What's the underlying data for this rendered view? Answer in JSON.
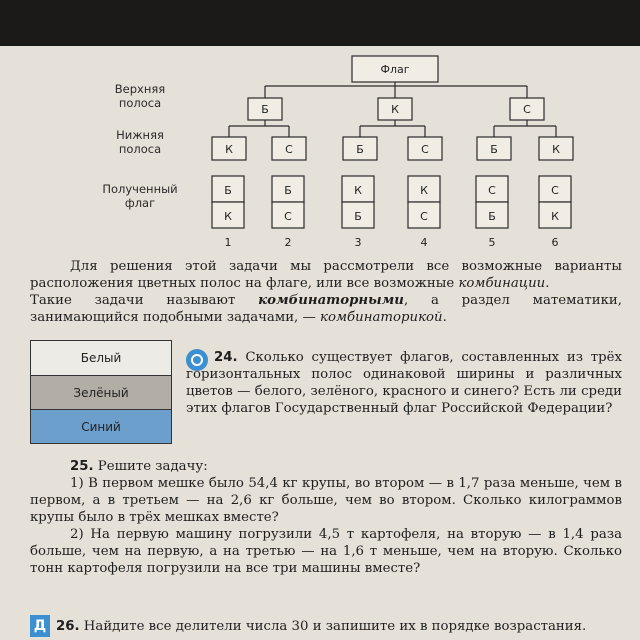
{
  "diagram": {
    "root": "Флаг",
    "row_labels": {
      "top": "Верхняя полоса",
      "bottom": "Нижняя полоса",
      "result": "Полученный флаг"
    },
    "top_nodes": [
      "Б",
      "К",
      "С"
    ],
    "bottom_nodes": [
      "К",
      "С",
      "Б",
      "С",
      "Б",
      "К"
    ],
    "flags": [
      {
        "top": "Б",
        "bottom": "К",
        "n": "1"
      },
      {
        "top": "Б",
        "bottom": "С",
        "n": "2"
      },
      {
        "top": "К",
        "bottom": "Б",
        "n": "3"
      },
      {
        "top": "К",
        "bottom": "С",
        "n": "4"
      },
      {
        "top": "С",
        "bottom": "Б",
        "n": "5"
      },
      {
        "top": "С",
        "bottom": "К",
        "n": "6"
      }
    ]
  },
  "text": {
    "p1": "Для решения этой задачи мы рассмотрели все возможные варианты расположения цветных полос на флаге, или все возможные",
    "p1_italic": "комбинации.",
    "p2_a": "Такие задачи называют",
    "p2_bold": "комбинаторными",
    "p2_b": ", а раздел математики, занимающийся подобными задачами, —",
    "p2_italic": "комбинаторикой",
    "p2_c": "."
  },
  "swatch": {
    "stripes": [
      {
        "label": "Белый",
        "color": "#ecebe6"
      },
      {
        "label": "Зелёный",
        "color": "#b2aea5"
      },
      {
        "label": "Синий",
        "color": "#6d9fcc"
      }
    ]
  },
  "task24": {
    "num": "24.",
    "text": "Сколько существует флагов, составленных из трёх горизонтальных полос одинаковой ширины и различных цветов — белого, зелёного, красного и синего? Есть ли среди этих флагов Государственный флаг Российской Федерации?"
  },
  "task25": {
    "num": "25.",
    "title": "Решите задачу:",
    "item1_num": "1)",
    "item1": "В первом мешке было 54,4 кг крупы, во втором — в 1,7 раза меньше, чем в первом, а в третьем — на 2,6 кг больше, чем во втором. Сколько килограммов крупы было в трёх мешках вместе?",
    "item2_num": "2)",
    "item2": "На первую машину погрузили 4,5 т картофеля, на вторую — в 1,4 раза больше, чем на первую, а на третью — на 1,6 т меньше, чем на вторую. Сколько тонн картофеля погрузили на все три машины вместе?"
  },
  "task26": {
    "icon": "Д",
    "num": "26.",
    "text": "Найдите все делители числа 30 и запишите их в порядке возрастания."
  }
}
